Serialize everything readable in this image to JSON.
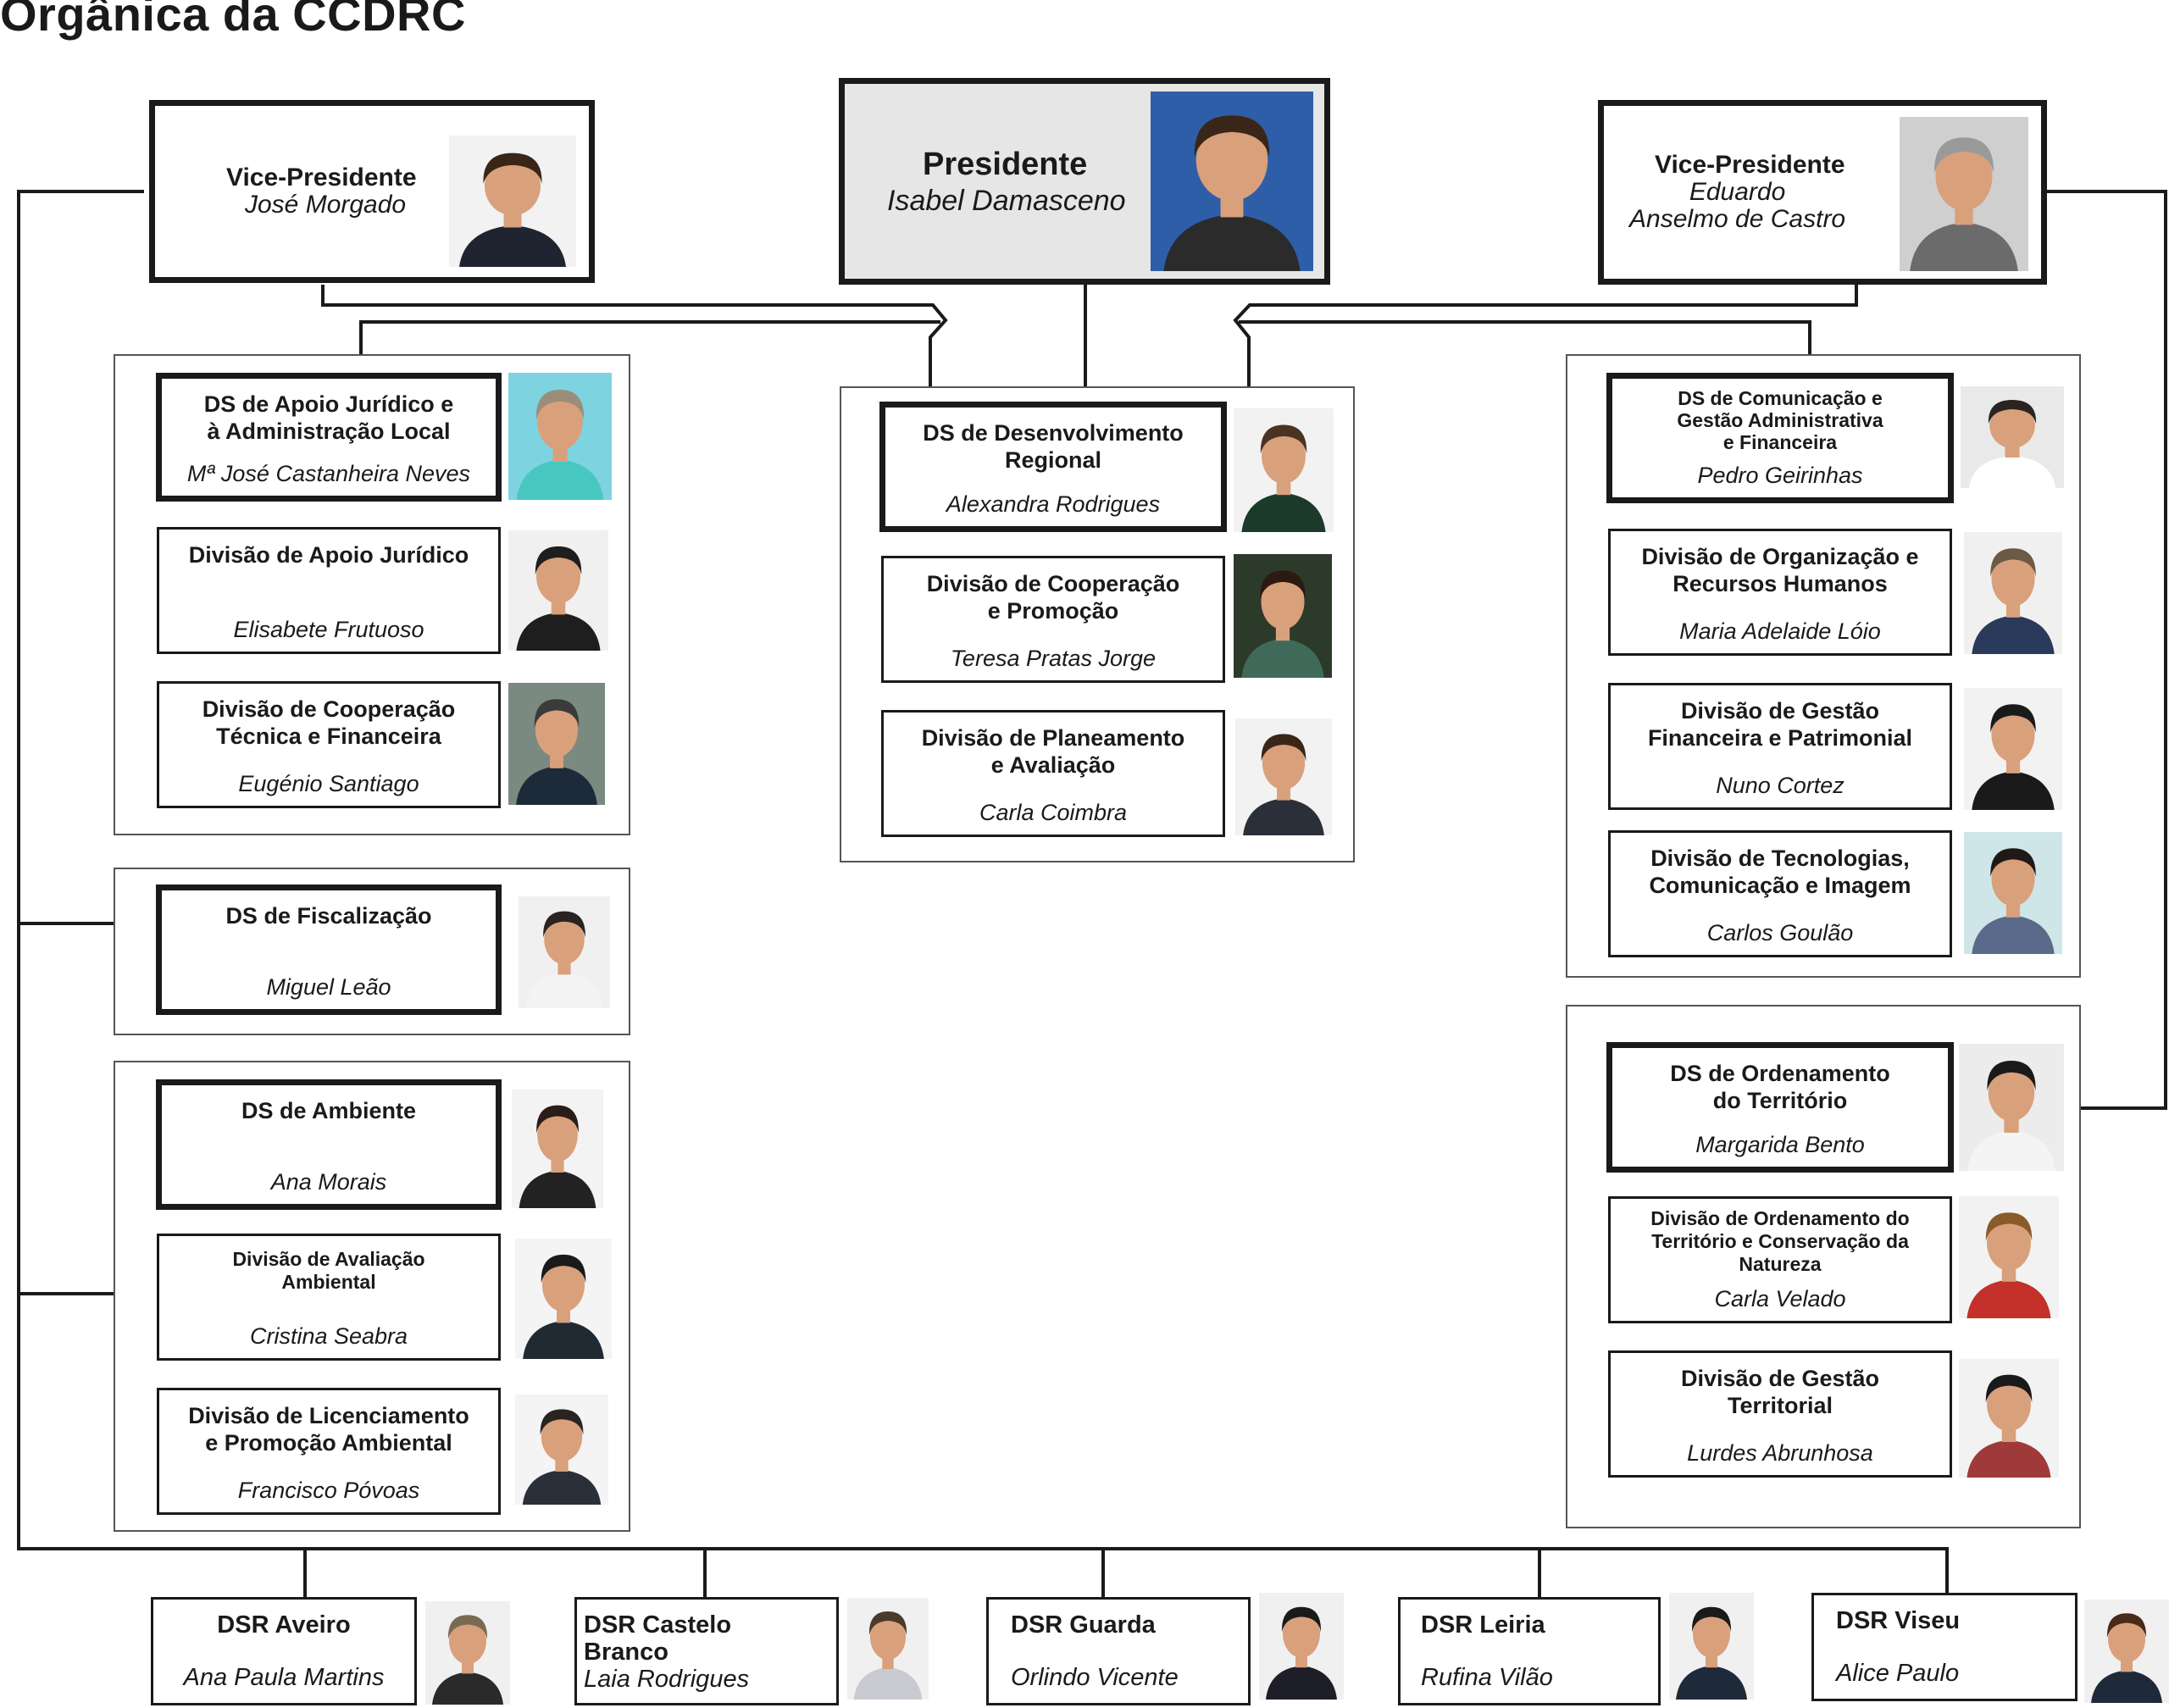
{
  "title": "Orgânica da CCDRC",
  "top": {
    "vp_left": {
      "title": "Vice-Presidente",
      "name": "José Morgado"
    },
    "president": {
      "title": "Presidente",
      "name": "Isabel Damasceno"
    },
    "vp_right": {
      "title": "Vice-Presidente",
      "name": "Eduardo\nAnselmo de Castro"
    }
  },
  "left": {
    "juridico": {
      "title": "DS de Apoio Jurídico e\nà Administração Local",
      "name": "Mª José Castanheira Neves"
    },
    "div_juridico": {
      "title": "Divisão de Apoio Jurídico",
      "name": "Elisabete Frutuoso"
    },
    "div_coop_tec": {
      "title": "Divisão de Cooperação\nTécnica e Financeira",
      "name": "Eugénio Santiago"
    },
    "fiscalizacao": {
      "title": "DS de Fiscalização",
      "name": "Miguel Leão"
    },
    "ambiente": {
      "title": "DS de Ambiente",
      "name": "Ana Morais"
    },
    "div_aval_amb": {
      "title": "Divisão de Avaliação\nAmbiental",
      "name": "Cristina Seabra"
    },
    "div_lic_amb": {
      "title": "Divisão de Licenciamento\ne Promoção Ambiental",
      "name": "Francisco Póvoas"
    }
  },
  "center": {
    "desenvolvimento": {
      "title": "DS de Desenvolvimento\nRegional",
      "name": "Alexandra Rodrigues"
    },
    "div_coop_prom": {
      "title": "Divisão de Cooperação\ne Promoção",
      "name": "Teresa Pratas Jorge"
    },
    "div_plan_aval": {
      "title": "Divisão de Planeamento\ne Avaliação",
      "name": "Carla Coimbra"
    }
  },
  "right": {
    "comunicacao": {
      "title": "DS de Comunicação  e\nGestão Administrativa\ne Financeira",
      "name": "Pedro Geirinhas"
    },
    "div_org_rh": {
      "title": "Divisão de Organização e\nRecursos Humanos",
      "name": "Maria Adelaide Lóio"
    },
    "div_gest_fin": {
      "title": "Divisão de Gestão\nFinanceira e Patrimonial",
      "name": "Nuno Cortez"
    },
    "div_tec": {
      "title": "Divisão de Tecnologias,\nComunicação e Imagem",
      "name": "Carlos  Goulão"
    },
    "ordenamento": {
      "title": "DS de Ordenamento\ndo Território",
      "name": "Margarida Bento"
    },
    "div_ord_cons": {
      "title": "Divisão de Ordenamento do\nTerritório e Conservação da\nNatureza",
      "name": "Carla Velado"
    },
    "div_gest_terr": {
      "title": "Divisão de Gestão\nTerritorial",
      "name": "Lurdes Abrunhosa"
    }
  },
  "regional": {
    "aveiro": {
      "title": "DSR Aveiro",
      "name": "Ana Paula Martins"
    },
    "castelo_branco": {
      "title": "DSR Castelo Branco",
      "name": "Laia Rodrigues"
    },
    "guarda": {
      "title": "DSR Guarda",
      "name": "Orlindo Vicente"
    },
    "leiria": {
      "title": "DSR Leiria",
      "name": "Rufina Vilão"
    },
    "viseu": {
      "title": "DSR Viseu",
      "name": "Alice Paulo"
    }
  },
  "photo_colors": {
    "backdrop_cyan": "#7dd3e0",
    "backdrop_grey": "#cfcfcf",
    "skin": "#d9a07c",
    "hair_dark": "#2a2420",
    "jacket_dark": "#2b2f3a"
  }
}
